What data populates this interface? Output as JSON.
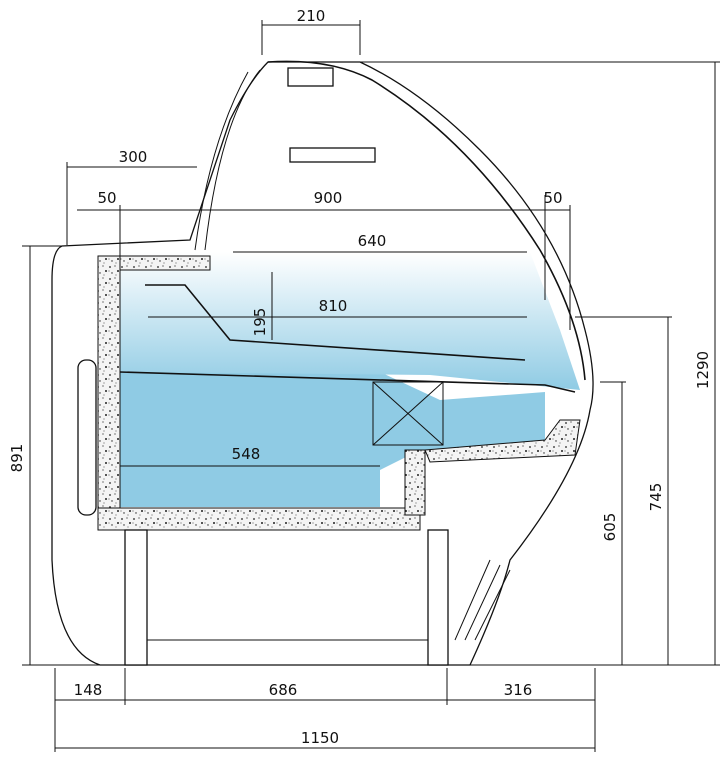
{
  "diagram": {
    "type": "refrigerated display counter cross-section",
    "colors": {
      "cold_zone_top": "#ffffff",
      "cold_zone_bottom": "#8fcbe4",
      "insulation": "#f2f2f2",
      "outline": "#111111"
    },
    "dimensions": {
      "top_opening": "210",
      "shelf_depth": "300",
      "left_margin": "50",
      "inner_width": "900",
      "right_margin": "50",
      "upper_shelf": "640",
      "display_depth": "810",
      "shelf_gap": "195",
      "lower_storage": "548",
      "total_height": "1290",
      "front_height": "745",
      "counter_height": "605",
      "side_height": "891",
      "base_left": "148",
      "base_middle": "686",
      "base_right": "316",
      "overall_width": "1150"
    }
  }
}
